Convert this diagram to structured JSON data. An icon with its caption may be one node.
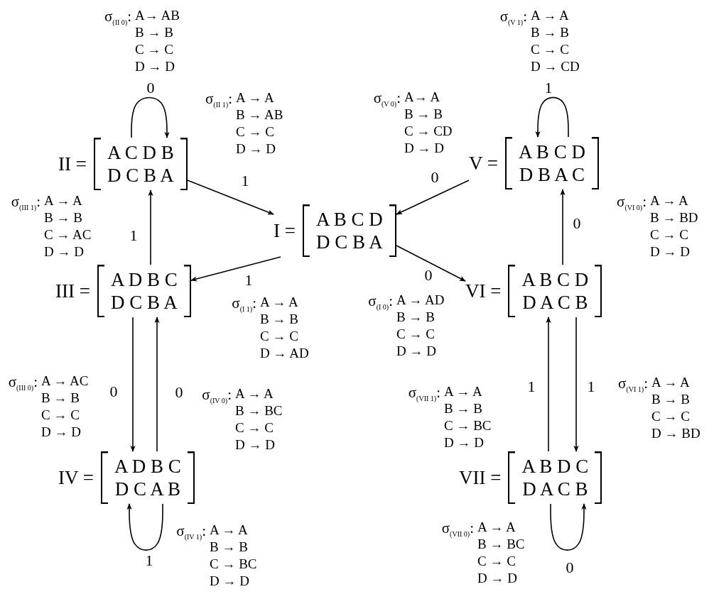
{
  "diagram": {
    "nodes": [
      {
        "text": [
          "II =",
          "A C D B",
          "D C B A"
        ]
      },
      {
        "text": [
          "V =",
          "A B C D",
          "D B A C"
        ]
      },
      {
        "text": [
          "I =",
          "A B C D",
          "D C B A"
        ]
      },
      {
        "text": [
          "III =",
          "A D B C",
          "D C B A"
        ]
      },
      {
        "text": [
          "VI =",
          "A B C D",
          "D A C B"
        ]
      },
      {
        "text": [
          "IV =",
          "A D B C",
          "D C A B"
        ]
      },
      {
        "text": [
          "VII =",
          "A B D C",
          "D A C B"
        ]
      }
    ],
    "edges": [
      {
        "from": 0,
        "to": 0,
        "arrow": "to",
        "label": "0"
      },
      {
        "from": 0,
        "to": 2,
        "arrow": "to",
        "label": "1"
      },
      {
        "from": 3,
        "to": 0,
        "arrow": "to",
        "label": "1"
      },
      {
        "from": 2,
        "to": 3,
        "arrow": "to",
        "label": "1"
      },
      {
        "from": 1,
        "to": 2,
        "arrow": "to",
        "label": "0"
      },
      {
        "from": 1,
        "to": 1,
        "arrow": "to",
        "label": "1"
      },
      {
        "from": 4,
        "to": 1,
        "arrow": "to",
        "label": "0"
      },
      {
        "from": 2,
        "to": 4,
        "arrow": "to",
        "label": "0"
      },
      {
        "from": 3,
        "to": 5,
        "arrow": "to",
        "label": "0"
      },
      {
        "from": 5,
        "to": 3,
        "arrow": "to",
        "label": "0"
      },
      {
        "from": 5,
        "to": 5,
        "arrow": "to",
        "label": "1"
      },
      {
        "from": 6,
        "to": 4,
        "arrow": "to",
        "label": "1"
      },
      {
        "from": 4,
        "to": 6,
        "arrow": "to",
        "label": "1"
      },
      {
        "from": 6,
        "to": 6,
        "arrow": "to",
        "label": "0"
      }
    ],
    "labels": [
      "σ$_{(II 0)}$:",
      "A→ AB",
      "B → B",
      "C → C",
      "D → D",
      "σ$_{(V 1)}$:",
      "A → A",
      "B → B",
      "C → C",
      "D → CD",
      "σ$_{(II 1)}$:",
      "A → A",
      "B → AB",
      "C → C",
      "D → D",
      "σ$_{(V 0)}$:",
      "A→ A",
      "B → B",
      "C → CD",
      "D → D",
      "σ$_{(III 1)}$:",
      "A → A",
      "B → B",
      "C → AC",
      "D → D",
      "σ$_{(VI 0)}$:",
      "A → A",
      "B → BD",
      "C → C",
      "D → D",
      "σ$_{(I 1)}$:",
      "A → A",
      "B → B",
      "C → C",
      "D → AD",
      "σ$_{(I 0)}$:",
      "A → AD",
      "B → B",
      "C → C",
      "D → D",
      "σ$_{(III 0)}$:",
      "A → AC",
      "B → B",
      "C → C",
      "D → D",
      "σ$_{(IV 0)}$:",
      "A → A",
      "B → BC",
      "C → C",
      "D → D",
      "σ$_{(VII 1)}$:",
      "A → A",
      "B → B",
      "C → BC",
      "D → D",
      "σ$_{(VI 1)}$:",
      "A → A",
      "B → B",
      "C → C",
      "D → BD",
      "σ$_{(IV 1)}$:",
      "A → A",
      "B → B",
      "C → BC",
      "D → D",
      "σ$_{(VII 0)}$:",
      "A → A",
      "B → BC",
      "C → C",
      "D → D"
    ]
  }
}
